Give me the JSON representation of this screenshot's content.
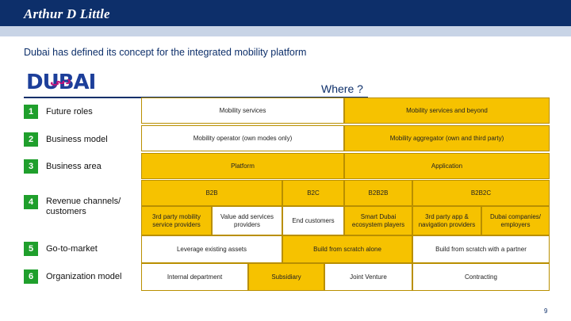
{
  "header": {
    "logo_text": "Arthur D Little"
  },
  "slide": {
    "title": "Dubai has defined its concept for the integrated mobility platform",
    "where_label": "Where ?",
    "page_number": "9"
  },
  "dubai_logo": {
    "latin": "DUBAI",
    "arabic": "دبي"
  },
  "rows": [
    {
      "num": "1",
      "label": "Future roles"
    },
    {
      "num": "2",
      "label": "Business model"
    },
    {
      "num": "3",
      "label": "Business area"
    },
    {
      "num": "4",
      "label": "Revenue channels/ customers"
    },
    {
      "num": "5",
      "label": "Go-to-market"
    },
    {
      "num": "6",
      "label": "Organization model"
    }
  ],
  "grid": {
    "r1": {
      "a": "Mobility services",
      "b": "Mobility services and beyond"
    },
    "r2": {
      "a": "Mobility operator (own modes only)",
      "b": "Mobility aggregator (own and third party)"
    },
    "r3": {
      "a": "Platform",
      "b": "Application"
    },
    "r4h": {
      "b2b": "B2B",
      "b2c": "B2C",
      "b2b2b": "B2B2B",
      "b2b2c": "B2B2C"
    },
    "r4": {
      "c1": "3rd party mobility service providers",
      "c2": "Value add services providers",
      "c3": "End customers",
      "c4": "Smart Dubai ecosystem players",
      "c5": "3rd party app & navigation providers",
      "c6": "Dubai companies/ employers"
    },
    "r5": {
      "a": "Leverage existing assets",
      "b": "Build from scratch alone",
      "c": "Build from scratch with a partner"
    },
    "r6": {
      "a": "Internal department",
      "b": "Subsidiary",
      "c": "Joint Venture",
      "d": "Contracting"
    }
  },
  "colors": {
    "navy": "#0d2f6a",
    "green": "#1f9f2c",
    "yellow": "#f6c200",
    "light_blue": "#c8d4e6"
  }
}
